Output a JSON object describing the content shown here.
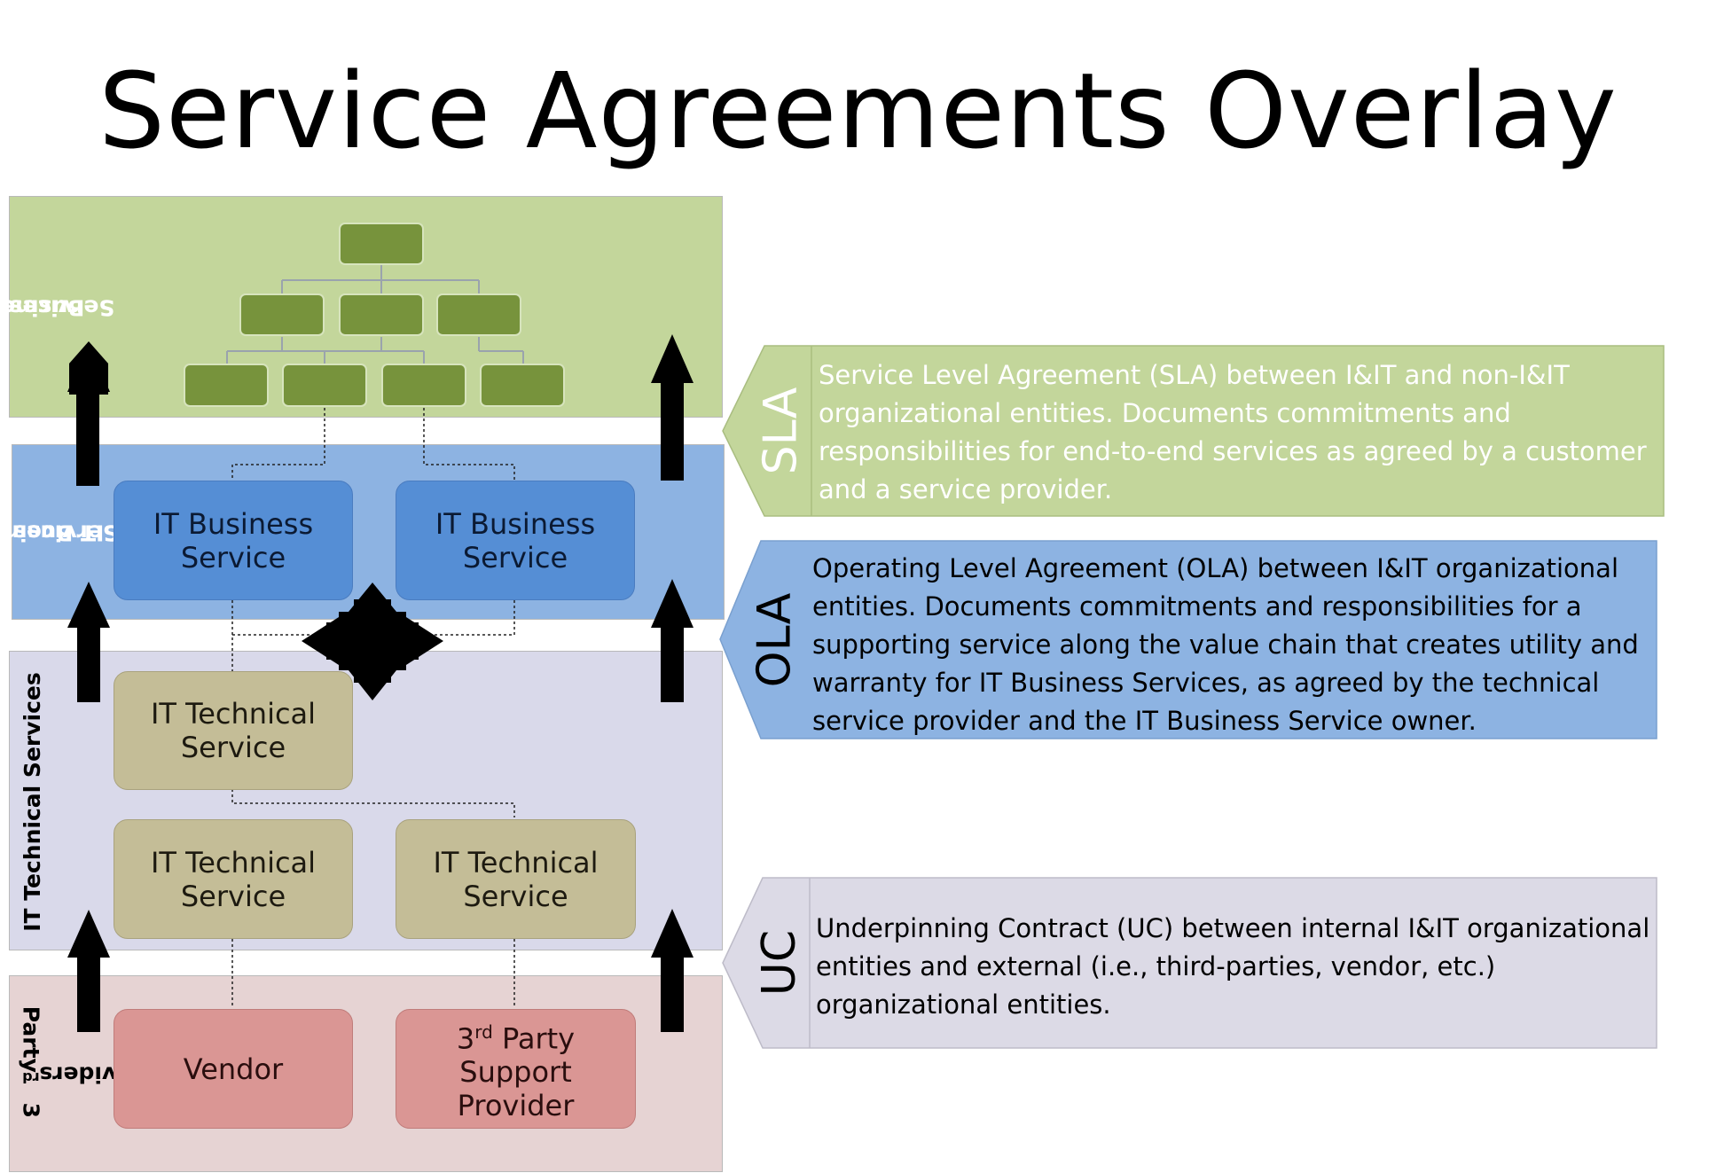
{
  "title": "Service Agreements Overlay",
  "bands": {
    "business": {
      "label_line1": "Business",
      "label_line2": "Services",
      "color": "#c3d69b"
    },
    "it_business": {
      "label_line1": "IT Business",
      "label_line2": "Services",
      "color": "#8db3e2"
    },
    "it_technical": {
      "label": "IT Technical Services",
      "color": "#d9d9ea"
    },
    "third_party": {
      "label_line1_main": "3",
      "label_line1_sup": "rd",
      "label_line1_rest": " Party",
      "label_line2": "Providers",
      "color": "#e6d3d3"
    }
  },
  "boxes": {
    "it_business_1": {
      "line1": "IT Business",
      "line2": "Service"
    },
    "it_business_2": {
      "line1": "IT Business",
      "line2": "Service"
    },
    "it_technical_top": {
      "line1": "IT Technical",
      "line2": "Service"
    },
    "it_technical_left": {
      "line1": "IT Technical",
      "line2": "Service"
    },
    "it_technical_right": {
      "line1": "IT Technical",
      "line2": "Service"
    },
    "vendor": {
      "label": "Vendor"
    },
    "third_party": {
      "line1_main": "3",
      "line1_sup": "rd",
      "line1_rest": " Party",
      "line2": "Support",
      "line3": "Provider"
    }
  },
  "callouts": {
    "sla": {
      "tag": "SLA",
      "text": "Service Level Agreement (SLA) between I&IT and non-I&IT organizational entities. Documents commitments and responsibilities for end-to-end services as agreed by a customer and a service provider.",
      "color": "#c3d69b",
      "text_color": "#ffffff"
    },
    "ola": {
      "tag": "OLA",
      "text": "Operating Level Agreement (OLA) between I&IT organizational entities. Documents commitments and responsibilities for a supporting service along the value chain that creates utility and warranty for IT Business Services, as agreed by the technical service provider and the IT Business Service owner.",
      "color": "#8db3e2",
      "text_color": "#000000"
    },
    "uc": {
      "tag": "UC",
      "text": "Underpinning Contract (UC) between internal I&IT organizational entities and external (i.e., third-parties, vendor, etc.) organizational entities.",
      "color": "#dcdae6",
      "text_color": "#000000"
    }
  },
  "icons": {
    "up_arrow": "up-arrow-icon",
    "four_way_arrow": "four-way-arrow-icon"
  }
}
